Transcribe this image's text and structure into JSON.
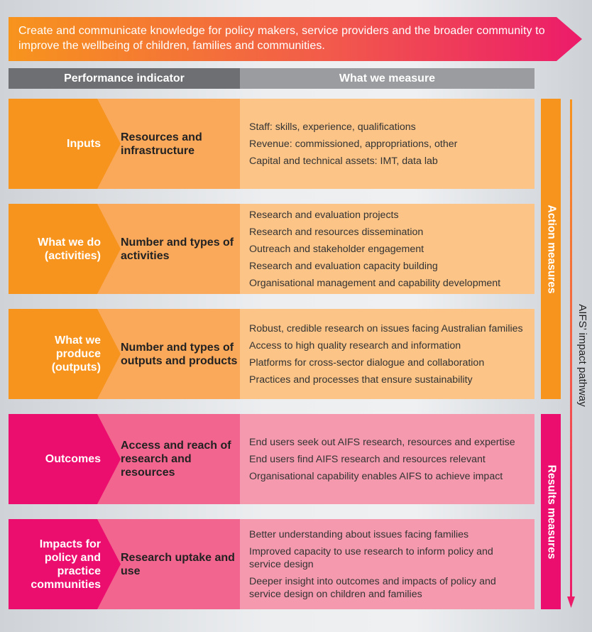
{
  "banner": {
    "text": "Create and communicate knowledge for policy makers, service providers and the broader community to improve the wellbeing of children, families and communities."
  },
  "header": {
    "left": "Performance indicator",
    "right": "What we measure"
  },
  "rows": [
    {
      "stage": "Inputs",
      "indicator": "Resources and infrastructure",
      "measures": [
        "Staff: skills, experience, qualifications",
        "Revenue: commissioned, appropriations, other",
        "Capital and technical assets: IMT, data lab"
      ]
    },
    {
      "stage": "What we do (activities)",
      "indicator": "Number and types of activities",
      "measures": [
        "Research and evaluation projects",
        "Research and resources dissemination",
        "Outreach and stakeholder engagement",
        "Research and evaluation capacity building",
        "Organisational management and capability development"
      ]
    },
    {
      "stage": "What we produce (outputs)",
      "indicator": "Number and types of outputs and products",
      "measures": [
        "Robust, credible research on issues facing Australian families",
        "Access to high quality research and information",
        "Platforms for cross-sector dialogue and collaboration",
        "Practices and processes that ensure sustainability"
      ]
    },
    {
      "stage": "Outcomes",
      "indicator": "Access and reach of research and resources",
      "measures": [
        "End users seek out AIFS research, resources and expertise",
        "End users find AIFS research and resources relevant",
        "Organisational capability enables AIFS to achieve impact"
      ]
    },
    {
      "stage": "Impacts for policy and practice communities",
      "indicator": "Research uptake and use",
      "measures": [
        "Better understanding about issues facing families",
        "Improved capacity to use research to inform policy and service design",
        "Deeper insight into outcomes and impacts of policy and service design on children and families"
      ]
    }
  ],
  "side": {
    "action": "Action measures",
    "results": "Results measures",
    "pathway": "AIFS’ impact pathway"
  },
  "colors": {
    "orange_dark": "#f7941d",
    "orange_mid": "#faa85a",
    "orange_light": "#fcc487",
    "pink_dark": "#ec0e6e",
    "pink_mid": "#f2658f",
    "pink_light": "#f59aae",
    "header_dark": "#6d6f72",
    "header_light": "#9a9c9f"
  }
}
